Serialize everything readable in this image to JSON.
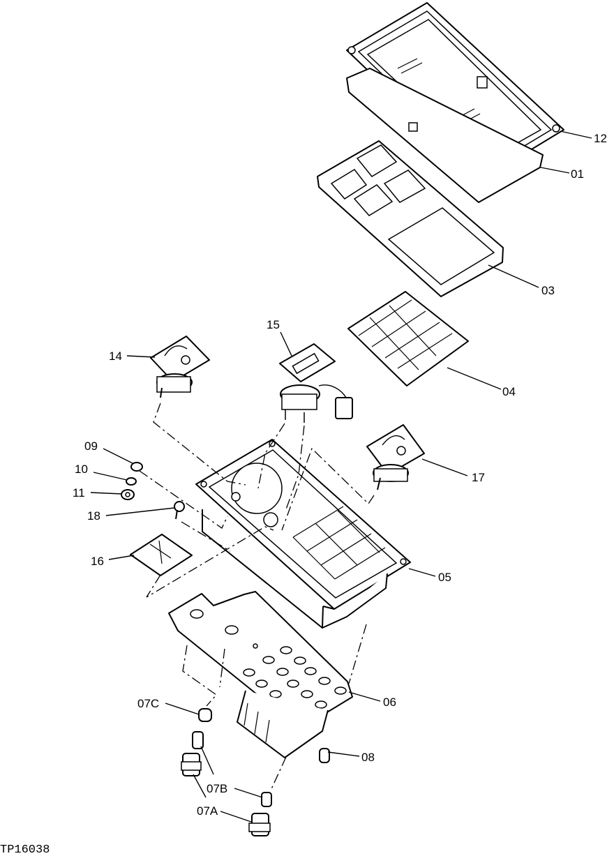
{
  "figure_id": "TP16038",
  "callouts": [
    "12",
    "01",
    "03",
    "04",
    "15",
    "14",
    "09",
    "10",
    "11",
    "17",
    "18",
    "16",
    "05",
    "06",
    "07C",
    "08",
    "07B",
    "07A"
  ]
}
